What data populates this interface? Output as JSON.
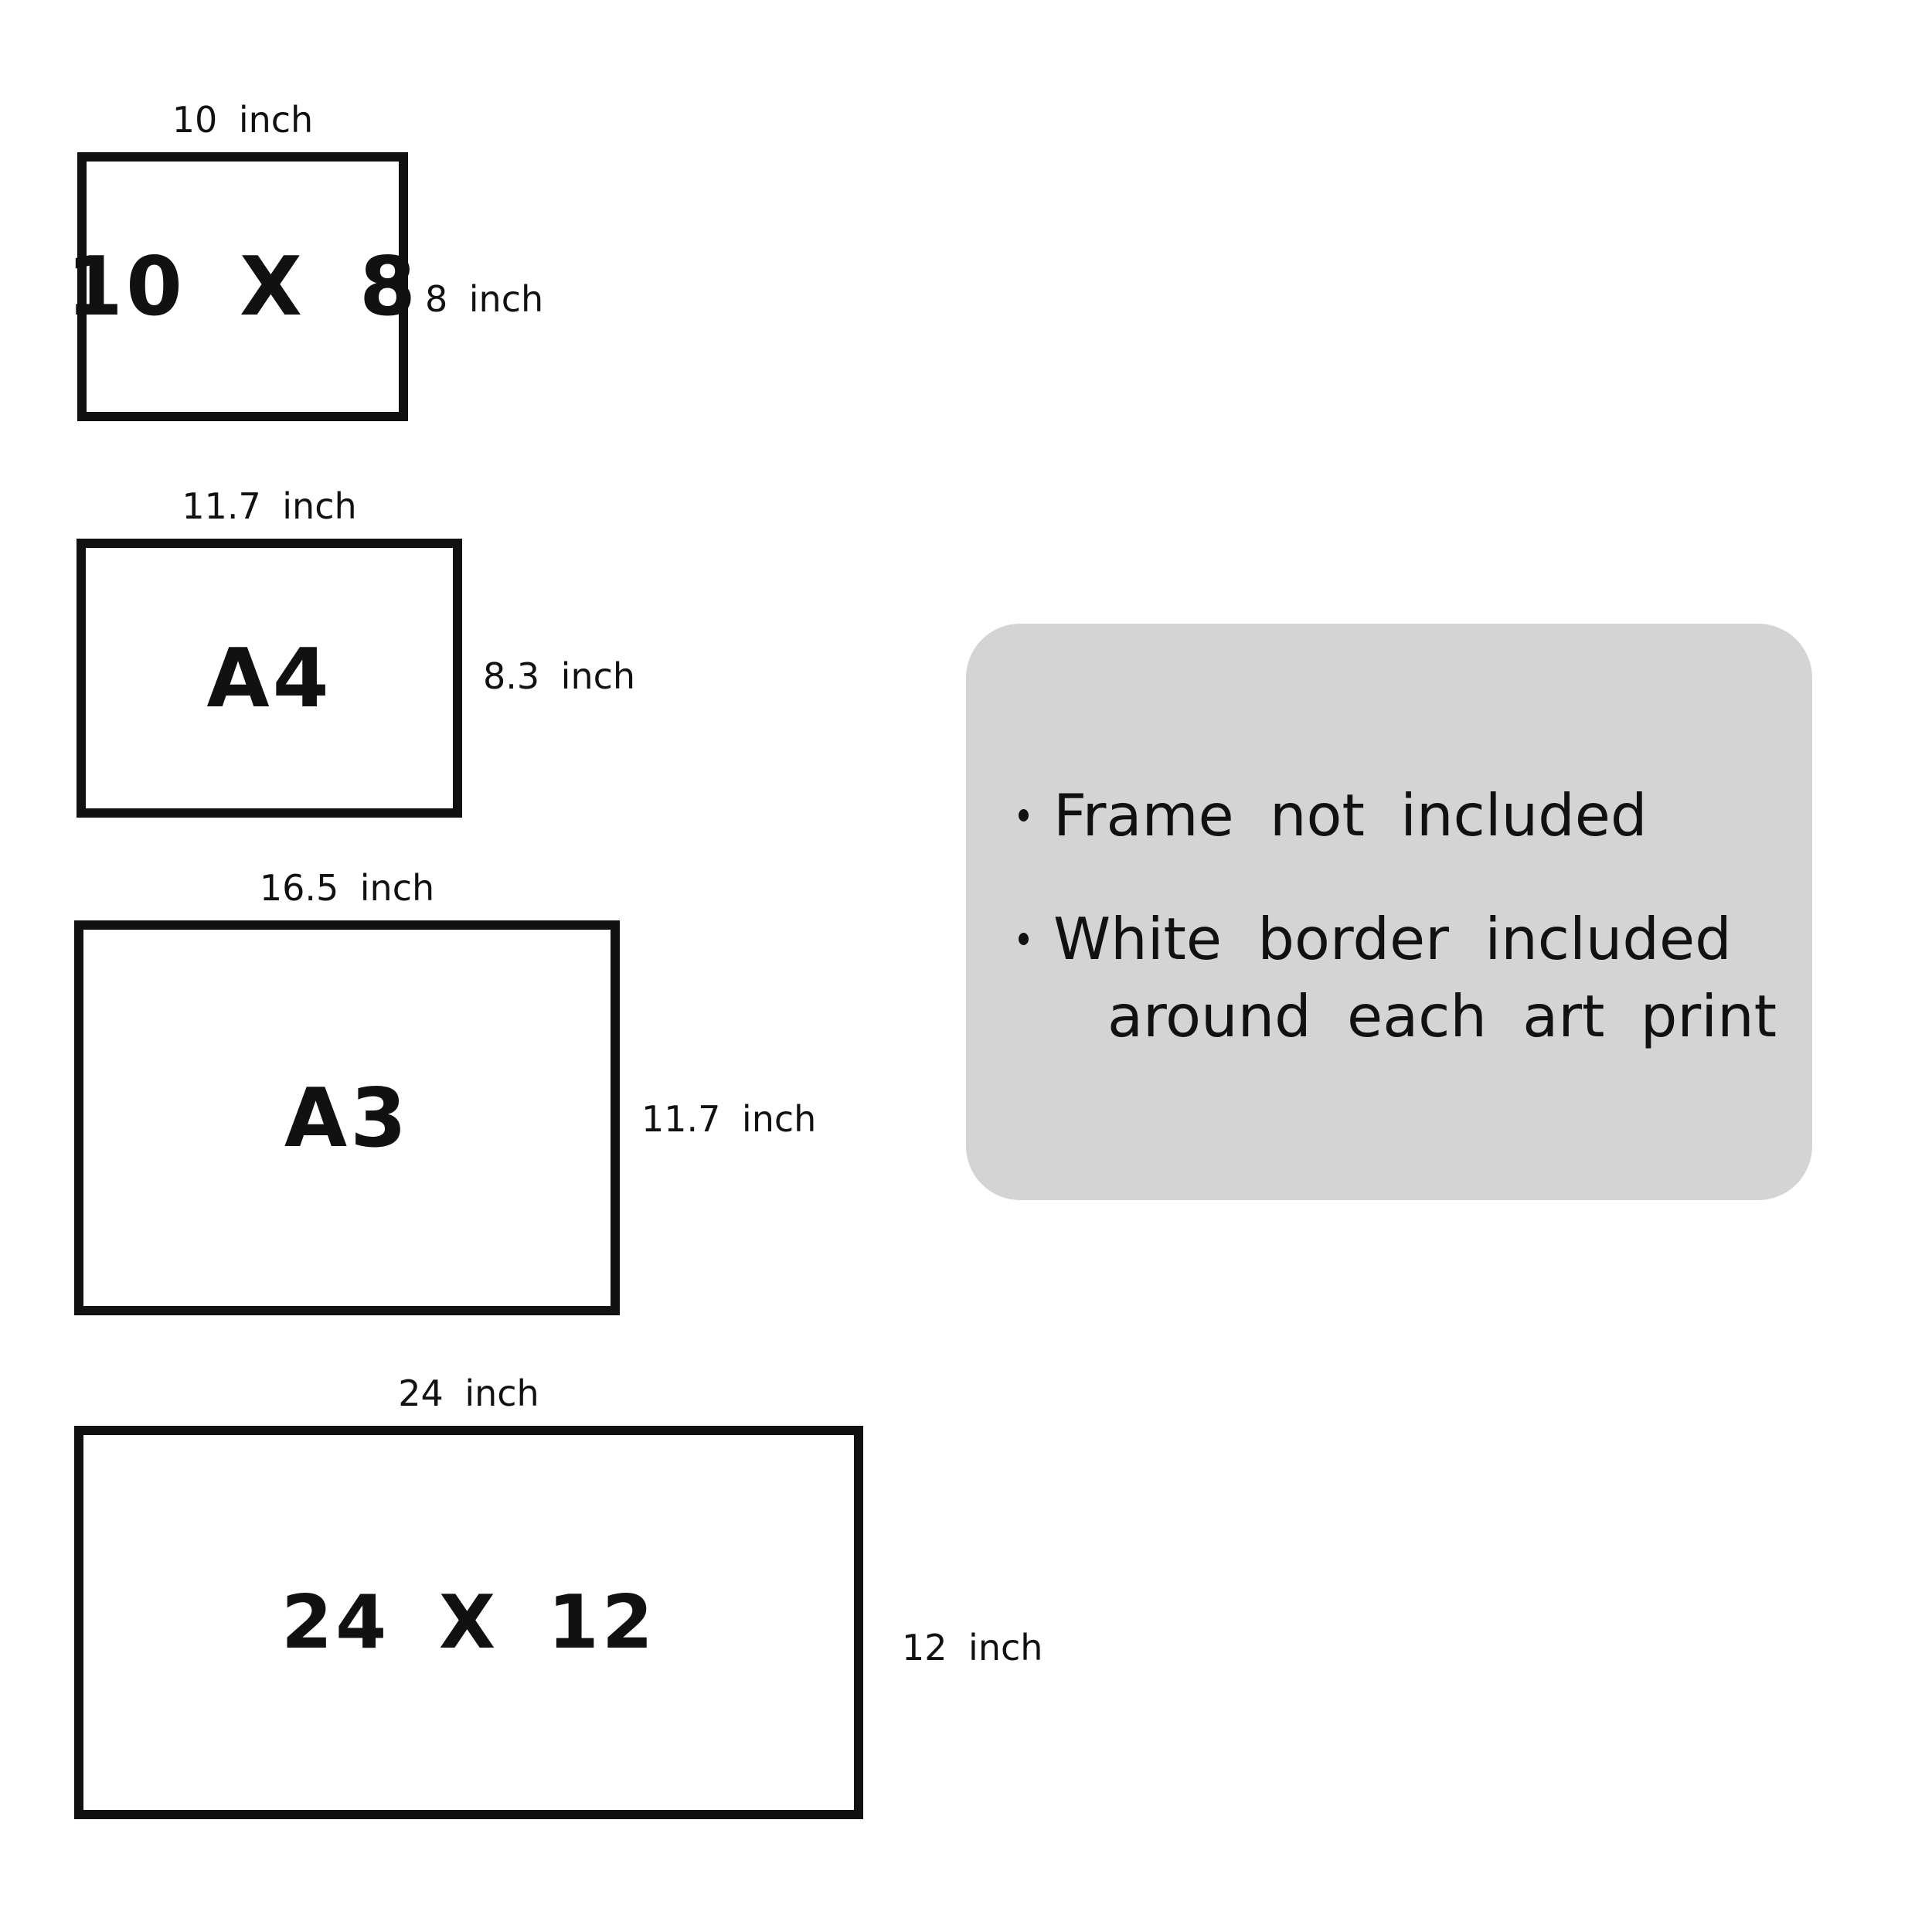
{
  "colors": {
    "ink": "#111111",
    "panel_bg": "#d4d4d4"
  },
  "sizes": [
    {
      "name": "10 X 8",
      "width_label": "10 inch",
      "height_label": "8 inch"
    },
    {
      "name": "A4",
      "width_label": "11.7 inch",
      "height_label": "8.3 inch"
    },
    {
      "name": "A3",
      "width_label": "16.5 inch",
      "height_label": "11.7 inch"
    },
    {
      "name": "24 X 12",
      "width_label": "24 inch",
      "height_label": "12 inch"
    }
  ],
  "notes": {
    "bullets": [
      {
        "line1": "Frame not included",
        "line2": ""
      },
      {
        "line1": "White border included",
        "line2": "around each art print"
      }
    ]
  }
}
